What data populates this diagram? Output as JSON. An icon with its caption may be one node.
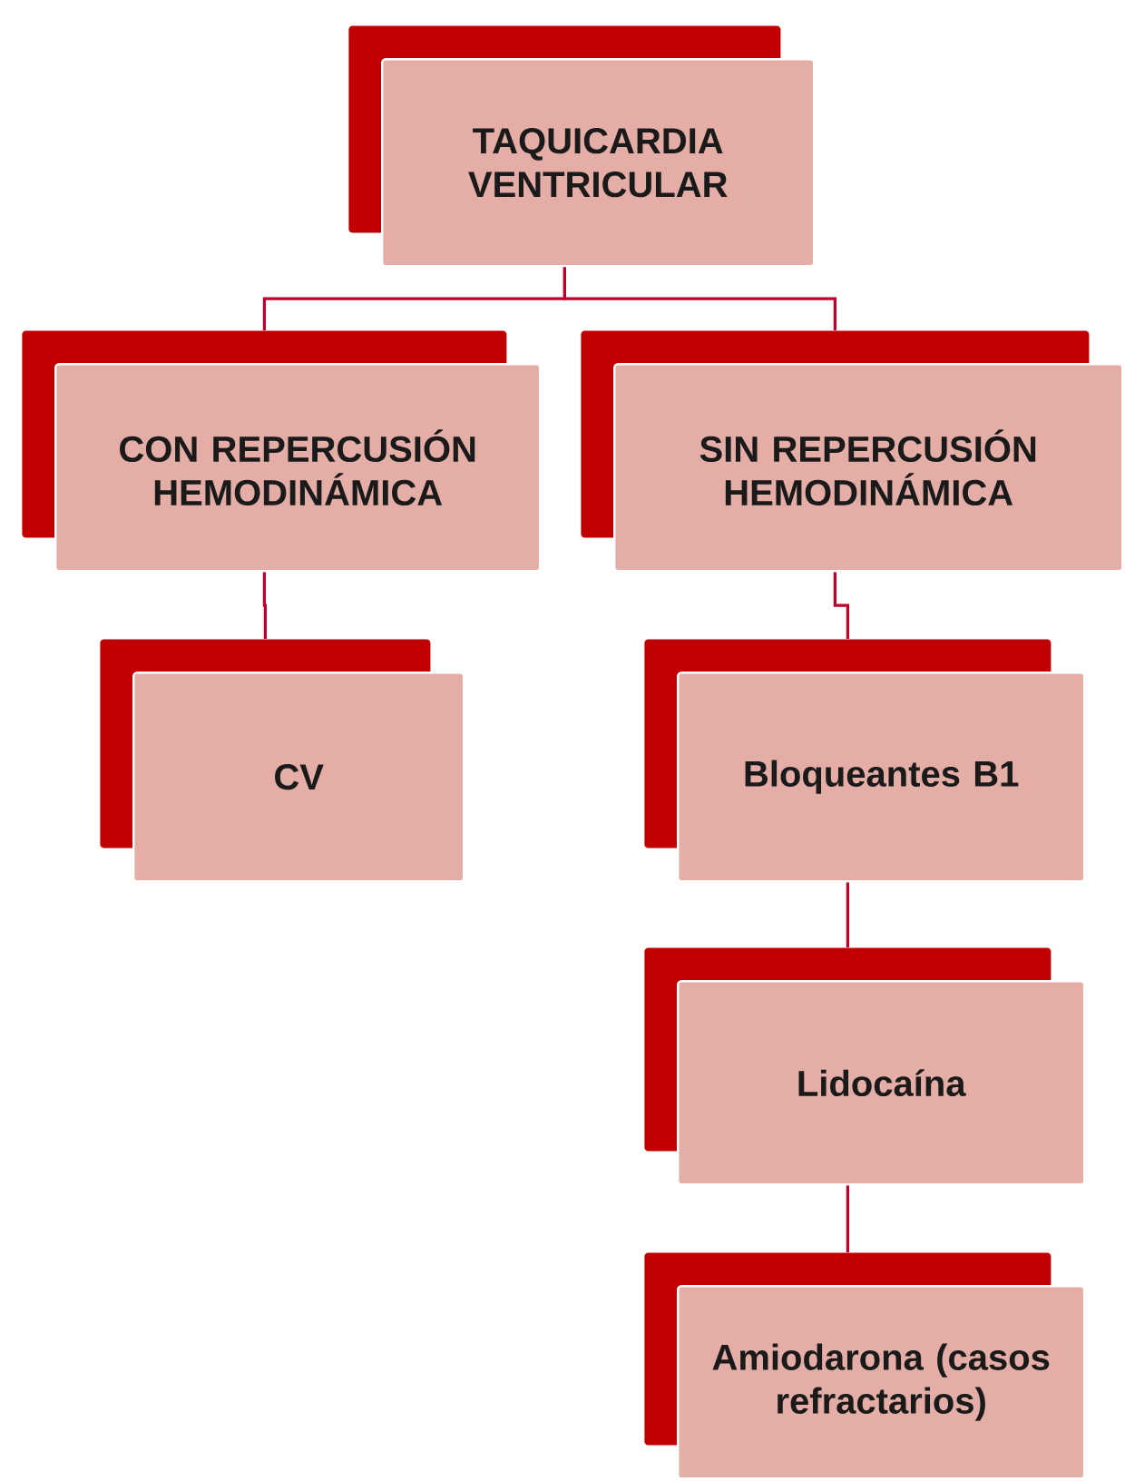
{
  "diagram": {
    "nodes": [
      {
        "text": [
          "TAQUICARDIA VENTRICULAR"
        ]
      },
      {
        "text": [
          "CON REPERCUSIÓN HEMODINÁMICA"
        ]
      },
      {
        "text": [
          "SIN REPERCUSIÓN HEMODINÁMICA"
        ]
      },
      {
        "text": [
          "CV"
        ]
      },
      {
        "text": [
          "Bloqueantes B1"
        ]
      },
      {
        "text": [
          "Lidocaína"
        ]
      },
      {
        "text": [
          "Amiodarona (casos refractarios)"
        ]
      }
    ],
    "edges": [
      {
        "from": 0,
        "to": 1,
        "arrow": "none"
      },
      {
        "from": 0,
        "to": 2,
        "arrow": "none"
      },
      {
        "from": 1,
        "to": 3,
        "arrow": "none"
      },
      {
        "from": 2,
        "to": 4,
        "arrow": "none"
      },
      {
        "from": 4,
        "to": 5,
        "arrow": "none"
      },
      {
        "from": 5,
        "to": 6,
        "arrow": "none"
      }
    ]
  }
}
